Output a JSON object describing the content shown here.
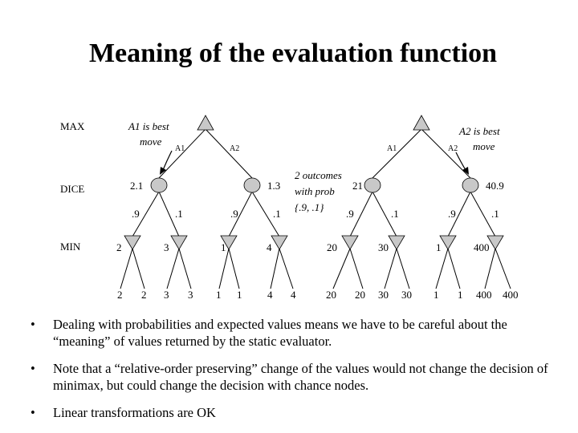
{
  "title": "Meaning of the evaluation function",
  "row_labels": {
    "max": "MAX",
    "dice": "DICE",
    "min": "MIN"
  },
  "annotations": {
    "left_best_line1": "A1 is best",
    "left_best_line2": "move",
    "right_best_line1": "A2 is best",
    "right_best_line2": "move",
    "outcomes_line1": "2 outcomes",
    "outcomes_line2": "with prob",
    "outcomes_line3": "{.9, .1}"
  },
  "trees": [
    {
      "branch_labels": [
        "A1",
        "A2"
      ],
      "dice_values": [
        "2.1",
        "1.3"
      ],
      "probabilities": [
        ".9",
        ".1",
        ".9",
        ".1"
      ],
      "min_values": [
        "2",
        "3",
        "1",
        "4"
      ],
      "leaf_values": [
        "2",
        "2",
        "3",
        "3",
        "1",
        "1",
        "4",
        "4"
      ]
    },
    {
      "branch_labels": [
        "A1",
        "A2"
      ],
      "dice_values": [
        "21",
        "40.9"
      ],
      "probabilities": [
        ".9",
        ".1",
        ".9",
        ".1"
      ],
      "min_values": [
        "20",
        "30",
        "1",
        "400"
      ],
      "leaf_values": [
        "20",
        "20",
        "30",
        "30",
        "1",
        "1",
        "400",
        "400"
      ]
    }
  ],
  "bullets": [
    "Dealing with probabilities and expected values means we have to be careful about the “meaning” of values returned by the static evaluator.",
    "Note that a “relative-order preserving” change of the values would not change the decision of minimax, but could change the decision with chance nodes.",
    "Linear transformations are OK"
  ],
  "bullet_glyph": "•",
  "colors": {
    "node_fill": "#c8c8c8",
    "stroke": "#000000"
  }
}
